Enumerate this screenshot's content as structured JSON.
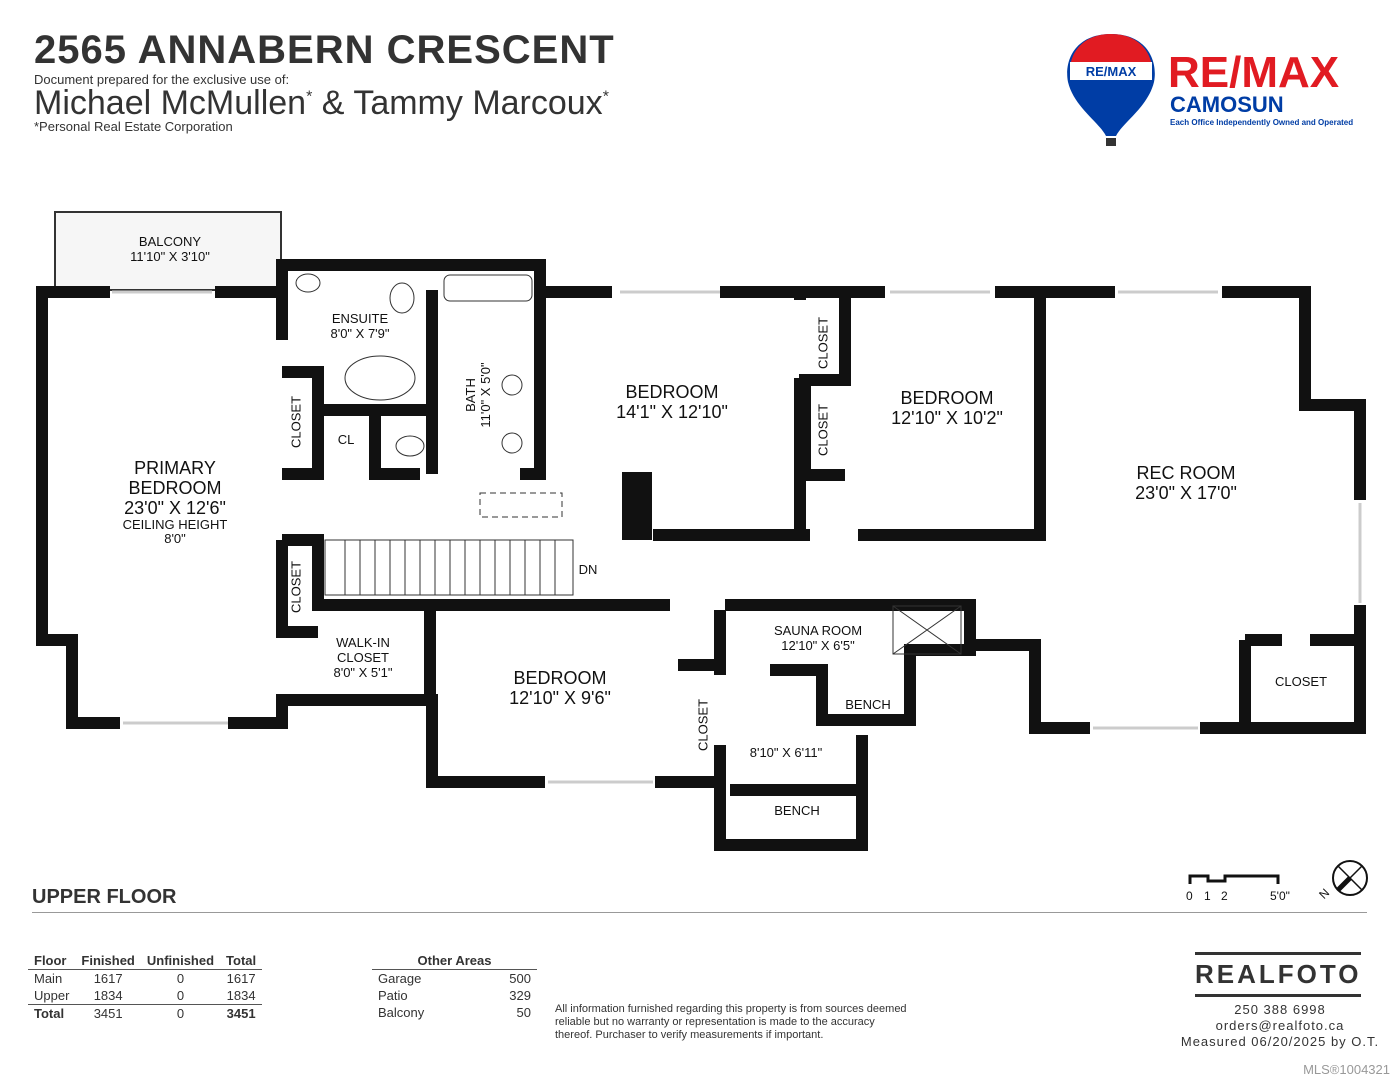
{
  "header": {
    "address": "2565 ANNABERN CRESCENT",
    "prepared_for": "Document prepared for the exclusive use of:",
    "agent1": "Michael McMullen",
    "agent2": "Tammy Marcoux",
    "amp": "&",
    "star": "*",
    "corp_note": "*Personal Real Estate Corporation"
  },
  "brand": {
    "balloon_text": "RE/MAX",
    "name": "RE/MAX",
    "office": "CAMOSUN",
    "tagline": "Each Office Independently Owned and Operated",
    "red": "#e11b22",
    "blue": "#003da5"
  },
  "rooms": [
    {
      "name": "BALCONY",
      "dims": "11'10\" X 3'10\""
    },
    {
      "name": "ENSUITE",
      "dims": "8'0\" X 7'9\""
    },
    {
      "name": "BATH",
      "dims": "11'0\" X 5'0\""
    },
    {
      "name": "BEDROOM",
      "dims": "14'1\" X 12'10\""
    },
    {
      "name": "BEDROOM",
      "dims": "12'10\" X 10'2\""
    },
    {
      "name": "REC ROOM",
      "dims": "23'0\" X 17'0\""
    },
    {
      "name": "PRIMARY BEDROOM",
      "dims": "23'0\" X 12'6\"",
      "extra": "CEILING HEIGHT",
      "extra_val": "8'0\""
    },
    {
      "name": "WALK-IN CLOSET",
      "dims": "8'0\" X 5'1\""
    },
    {
      "name": "BEDROOM",
      "dims": "12'10\" X 9'6\""
    },
    {
      "name": "SAUNA ROOM",
      "dims": "12'10\" X 6'5\""
    },
    {
      "name": "",
      "dims": "8'10\" X 6'11\""
    }
  ],
  "small_labels": {
    "closet": "CLOSET",
    "cl": "CL",
    "dn": "DN",
    "bench": "BENCH"
  },
  "floor_label": "UPPER FLOOR",
  "scale": {
    "t0": "0",
    "t1": "1",
    "t2": "2",
    "t5": "5'0\"",
    "north": "N"
  },
  "area_table": {
    "headers": [
      "Floor",
      "Finished",
      "Unfinished",
      "Total"
    ],
    "rows": [
      [
        "Main",
        "1617",
        "0",
        "1617"
      ],
      [
        "Upper",
        "1834",
        "0",
        "1834"
      ],
      [
        "Total",
        "3451",
        "0",
        "3451"
      ]
    ]
  },
  "other_areas": {
    "header": "Other Areas",
    "rows": [
      [
        "Garage",
        "500"
      ],
      [
        "Patio",
        "329"
      ],
      [
        "Balcony",
        "50"
      ]
    ]
  },
  "disclaimer": "All information furnished regarding this property is from sources deemed reliable but no warranty or representation is made to the accuracy thereof. Purchaser to verify measurements if important.",
  "realfoto": {
    "logo": "REALFOTO",
    "phone": "250 388 6998",
    "email": "orders@realfoto.ca",
    "measured": "Measured 06/20/2025 by O.T."
  },
  "mls": "MLS®1004321"
}
